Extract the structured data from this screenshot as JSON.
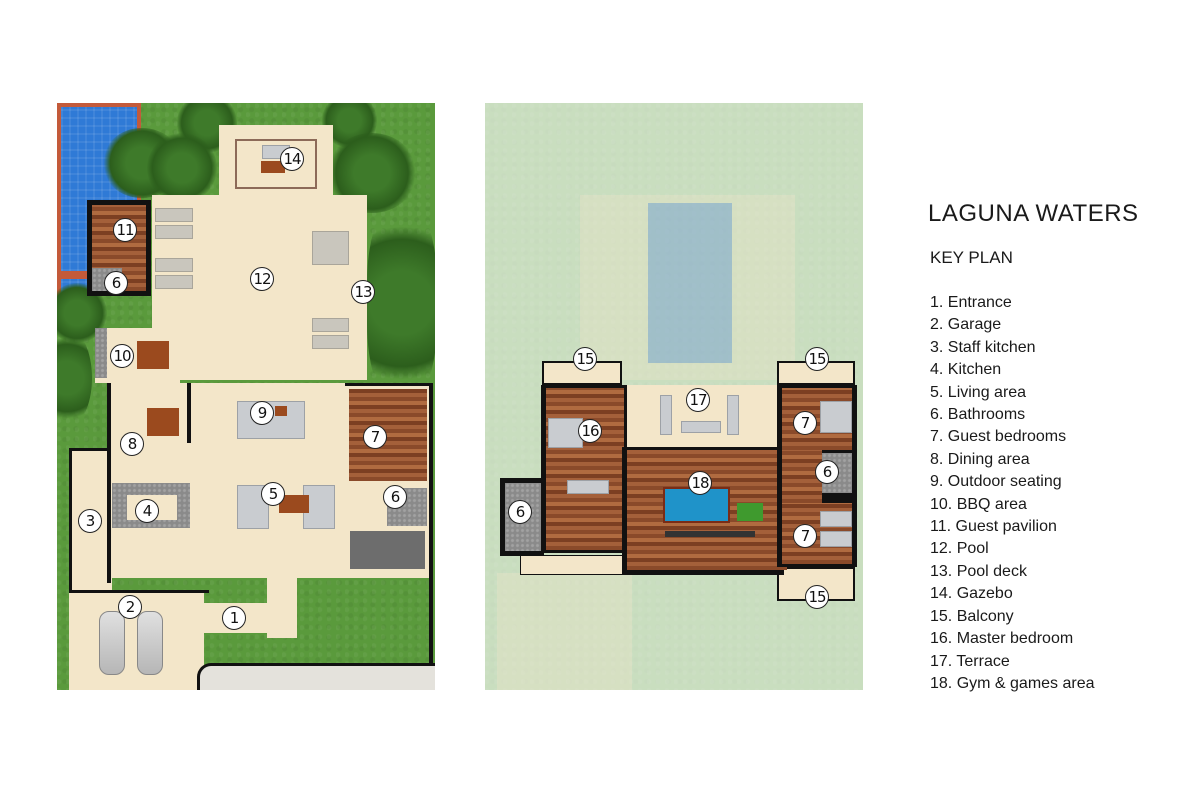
{
  "title": "LAGUNA WATERS",
  "subtitle": "KEY PLAN",
  "legend": [
    {
      "num": "1",
      "label": "1. Entrance"
    },
    {
      "num": "2",
      "label": "2. Garage"
    },
    {
      "num": "3",
      "label": "3. Staff kitchen"
    },
    {
      "num": "4",
      "label": "4. Kitchen"
    },
    {
      "num": "5",
      "label": "5. Living area"
    },
    {
      "num": "6",
      "label": "6. Bathrooms"
    },
    {
      "num": "7",
      "label": "7. Guest bedrooms"
    },
    {
      "num": "8",
      "label": "8. Dining area"
    },
    {
      "num": "9",
      "label": "9. Outdoor seating"
    },
    {
      "num": "10",
      "label": "10. BBQ area"
    },
    {
      "num": "11",
      "label": "11. Guest pavilion"
    },
    {
      "num": "12",
      "label": "12. Pool"
    },
    {
      "num": "13",
      "label": "13. Pool deck"
    },
    {
      "num": "14",
      "label": "14. Gazebo"
    },
    {
      "num": "15",
      "label": "15. Balcony"
    },
    {
      "num": "16",
      "label": "16. Master bedroom"
    },
    {
      "num": "17",
      "label": "17. Terrace"
    },
    {
      "num": "18",
      "label": "18. Gym & games area"
    }
  ],
  "ground_floor": {
    "markers": [
      "14",
      "11",
      "12",
      "13",
      "6",
      "10",
      "9",
      "8",
      "7",
      "3",
      "4",
      "5",
      "6",
      "2",
      "1"
    ]
  },
  "upper_floor": {
    "markers": [
      "15",
      "15",
      "17",
      "16",
      "7",
      "6",
      "18",
      "6",
      "7",
      "15"
    ]
  },
  "colors": {
    "grass": "#5a9a3c",
    "floor": "#f3e6c9",
    "pool": "#2f7ad6",
    "wood": "#8a4a2a",
    "wall": "#111111"
  }
}
